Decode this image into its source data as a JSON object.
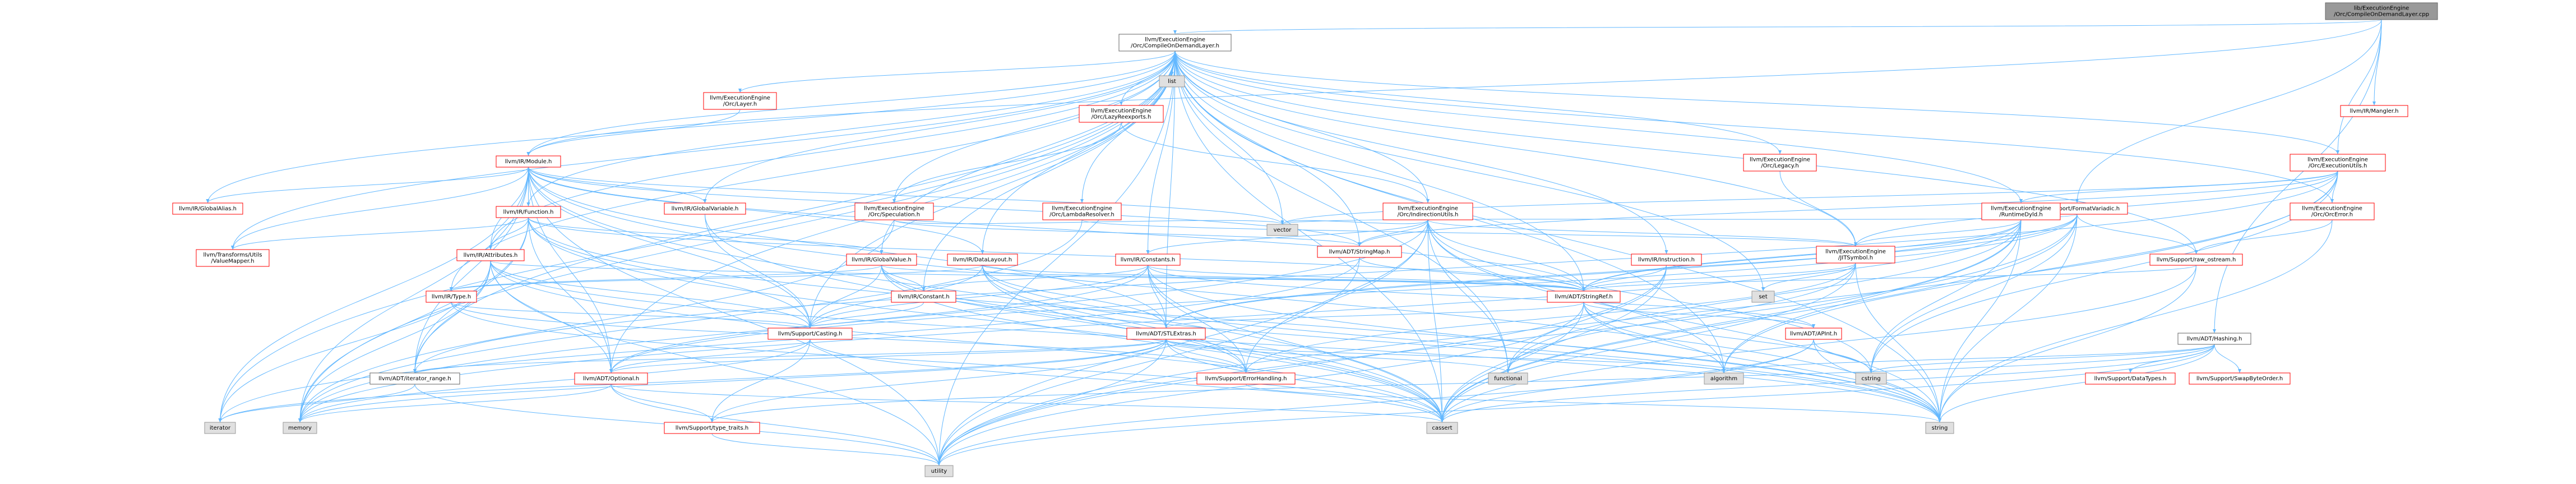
{
  "nodes": [
    {
      "id": "root",
      "label": "lib/ExecutionEngine\n/Orc/CompileOnDemandLayer.cpp",
      "style": "root"
    },
    {
      "id": "codl_h",
      "label": "llvm/ExecutionEngine\n/Orc/CompileOnDemandLayer.h",
      "style": "plain"
    },
    {
      "id": "irmangler",
      "label": "llvm/IR/Mangler.h",
      "style": "red"
    },
    {
      "id": "executils",
      "label": "llvm/ExecutionEngine\n/Orc/ExecutionUtils.h",
      "style": "red"
    },
    {
      "id": "adt_hashing",
      "label": "llvm/ADT/Hashing.h",
      "style": "plain"
    },
    {
      "id": "fmtvariadic",
      "label": "llvm/Support/FormatVariadic.h",
      "style": "red"
    },
    {
      "id": "orcerror",
      "label": "llvm/ExecutionEngine\n/Orc/OrcError.h",
      "style": "red"
    },
    {
      "id": "rawcerr",
      "label": "llvm/Support/raw_ostream.h",
      "style": "red"
    },
    {
      "id": "list",
      "label": "list",
      "style": "gray"
    },
    {
      "id": "layer",
      "label": "llvm/ExecutionEngine\n/Orc/Layer.h",
      "style": "red"
    },
    {
      "id": "irmodule",
      "label": "llvm/IR/Module.h",
      "style": "red"
    },
    {
      "id": "lazyreexp",
      "label": "llvm/ExecutionEngine\n/Orc/LazyReexports.h",
      "style": "red"
    },
    {
      "id": "legacy",
      "label": "llvm/ExecutionEngine\n/Orc/Legacy.h",
      "style": "red"
    },
    {
      "id": "speculation",
      "label": "llvm/ExecutionEngine\n/Orc/Speculation.h",
      "style": "red"
    },
    {
      "id": "lambdares",
      "label": "llvm/ExecutionEngine\n/Orc/LambdaResolver.h",
      "style": "red"
    },
    {
      "id": "indirection",
      "label": "llvm/ExecutionEngine\n/Orc/IndirectionUtils.h",
      "style": "red"
    },
    {
      "id": "runtimedyld",
      "label": "llvm/ExecutionEngine\n/RuntimeDyld.h",
      "style": "red"
    },
    {
      "id": "globalalias",
      "label": "llvm/IR/GlobalAlias.h",
      "style": "red"
    },
    {
      "id": "irfunction",
      "label": "llvm/IR/Function.h",
      "style": "red"
    },
    {
      "id": "globalvariable",
      "label": "llvm/IR/GlobalVariable.h",
      "style": "red"
    },
    {
      "id": "valuemapper",
      "label": "llvm/Transforms/Utils\n/ValueMapper.h",
      "style": "red"
    },
    {
      "id": "attributes",
      "label": "llvm/IR/Attributes.h",
      "style": "red"
    },
    {
      "id": "globalvalue",
      "label": "llvm/IR/GlobalValue.h",
      "style": "red"
    },
    {
      "id": "datalayout",
      "label": "llvm/IR/DataLayout.h",
      "style": "red"
    },
    {
      "id": "constants",
      "label": "llvm/IR/Constants.h",
      "style": "red"
    },
    {
      "id": "instruction",
      "label": "llvm/IR/Instruction.h",
      "style": "red"
    },
    {
      "id": "stringmap",
      "label": "llvm/ADT/StringMap.h",
      "style": "red"
    },
    {
      "id": "vector",
      "label": "vector",
      "style": "gray"
    },
    {
      "id": "jitsymbol",
      "label": "llvm/ExecutionEngine\n/JITSymbol.h",
      "style": "red"
    },
    {
      "id": "irtype",
      "label": "llvm/IR/Type.h",
      "style": "red"
    },
    {
      "id": "irconstant",
      "label": "llvm/IR/Constant.h",
      "style": "red"
    },
    {
      "id": "stringref",
      "label": "llvm/ADT/StringRef.h",
      "style": "red"
    },
    {
      "id": "set",
      "label": "set",
      "style": "gray"
    },
    {
      "id": "casting",
      "label": "llvm/Support/Casting.h",
      "style": "red"
    },
    {
      "id": "stlextras",
      "label": "llvm/ADT/STLExtras.h",
      "style": "red"
    },
    {
      "id": "apint",
      "label": "llvm/ADT/APInt.h",
      "style": "red"
    },
    {
      "id": "iterrange",
      "label": "llvm/ADT/iterator_range.h",
      "style": "plain"
    },
    {
      "id": "optional",
      "label": "llvm/ADT/Optional.h",
      "style": "red"
    },
    {
      "id": "errhandling",
      "label": "llvm/Support/ErrorHandling.h",
      "style": "red"
    },
    {
      "id": "functional",
      "label": "functional",
      "style": "gray"
    },
    {
      "id": "algorithm",
      "label": "algorithm",
      "style": "gray"
    },
    {
      "id": "cstring",
      "label": "cstring",
      "style": "gray"
    },
    {
      "id": "datatypes",
      "label": "llvm/Support/DataTypes.h",
      "style": "red"
    },
    {
      "id": "swapbyte",
      "label": "llvm/Support/SwapByteOrder.h",
      "style": "red"
    },
    {
      "id": "typetraits",
      "label": "llvm/Support/type_traits.h",
      "style": "red"
    },
    {
      "id": "iterator",
      "label": "iterator",
      "style": "gray"
    },
    {
      "id": "memory",
      "label": "memory",
      "style": "gray"
    },
    {
      "id": "cassert",
      "label": "cassert",
      "style": "gray"
    },
    {
      "id": "string",
      "label": "string",
      "style": "gray"
    },
    {
      "id": "utility",
      "label": "utility",
      "style": "gray"
    }
  ],
  "edges": [
    [
      "root",
      "codl_h"
    ],
    [
      "root",
      "irmangler"
    ],
    [
      "root",
      "executils"
    ],
    [
      "root",
      "adt_hashing"
    ],
    [
      "root",
      "fmtvariadic"
    ],
    [
      "root",
      "irmodule"
    ],
    [
      "codl_h",
      "list"
    ],
    [
      "codl_h",
      "layer"
    ],
    [
      "codl_h",
      "irmodule"
    ],
    [
      "codl_h",
      "lazyreexp"
    ],
    [
      "codl_h",
      "legacy"
    ],
    [
      "codl_h",
      "speculation"
    ],
    [
      "codl_h",
      "lambdares"
    ],
    [
      "codl_h",
      "indirection"
    ],
    [
      "codl_h",
      "runtimedyld"
    ],
    [
      "codl_h",
      "globalalias"
    ],
    [
      "codl_h",
      "irfunction"
    ],
    [
      "codl_h",
      "globalvariable"
    ],
    [
      "codl_h",
      "valuemapper"
    ],
    [
      "codl_h",
      "attributes"
    ],
    [
      "codl_h",
      "globalvalue"
    ],
    [
      "codl_h",
      "datalayout"
    ],
    [
      "codl_h",
      "constants"
    ],
    [
      "codl_h",
      "instruction"
    ],
    [
      "codl_h",
      "stringmap"
    ],
    [
      "codl_h",
      "vector"
    ],
    [
      "codl_h",
      "jitsymbol"
    ],
    [
      "codl_h",
      "irtype"
    ],
    [
      "codl_h",
      "irconstant"
    ],
    [
      "codl_h",
      "stringref"
    ],
    [
      "codl_h",
      "set"
    ],
    [
      "codl_h",
      "casting"
    ],
    [
      "codl_h",
      "stlextras"
    ],
    [
      "codl_h",
      "iterrange"
    ],
    [
      "codl_h",
      "optional"
    ],
    [
      "codl_h",
      "orcerror"
    ],
    [
      "codl_h",
      "executils"
    ],
    [
      "codl_h",
      "rawcerr"
    ],
    [
      "codl_h",
      "functional"
    ],
    [
      "codl_h",
      "iterator"
    ],
    [
      "codl_h",
      "memory"
    ],
    [
      "codl_h",
      "cassert"
    ],
    [
      "codl_h",
      "string"
    ],
    [
      "codl_h",
      "utility"
    ],
    [
      "codl_h",
      "algorithm"
    ],
    [
      "layer",
      "irmodule"
    ],
    [
      "irmodule",
      "irfunction"
    ],
    [
      "irmodule",
      "globalvariable"
    ],
    [
      "irmodule",
      "globalalias"
    ],
    [
      "irmodule",
      "attributes"
    ],
    [
      "irmodule",
      "datalayout"
    ],
    [
      "irmodule",
      "stringmap"
    ],
    [
      "irmodule",
      "stringref"
    ],
    [
      "irmodule",
      "stlextras"
    ],
    [
      "irmodule",
      "iterrange"
    ],
    [
      "irmodule",
      "optional"
    ],
    [
      "irmodule",
      "casting"
    ],
    [
      "irmodule",
      "vector"
    ],
    [
      "irmodule",
      "iterator"
    ],
    [
      "irmodule",
      "memory"
    ],
    [
      "irmodule",
      "cassert"
    ],
    [
      "irmodule",
      "string"
    ],
    [
      "irmodule",
      "utility"
    ],
    [
      "irmodule",
      "valuemapper"
    ],
    [
      "lazyreexp",
      "indirection"
    ],
    [
      "lazyreexp",
      "speculation"
    ],
    [
      "legacy",
      "jitsymbol"
    ],
    [
      "speculation",
      "stringmap"
    ],
    [
      "speculation",
      "memory"
    ],
    [
      "speculation",
      "vector"
    ],
    [
      "lambdares",
      "jitsymbol"
    ],
    [
      "lambdares",
      "memory"
    ],
    [
      "indirection",
      "stringmap"
    ],
    [
      "indirection",
      "stringref"
    ],
    [
      "indirection",
      "jitsymbol"
    ],
    [
      "indirection",
      "constants"
    ],
    [
      "indirection",
      "cassert"
    ],
    [
      "indirection",
      "functional"
    ],
    [
      "indirection",
      "memory"
    ],
    [
      "indirection",
      "string"
    ],
    [
      "indirection",
      "utility"
    ],
    [
      "indirection",
      "vector"
    ],
    [
      "indirection",
      "algorithm"
    ],
    [
      "indirection",
      "cstring"
    ],
    [
      "indirection",
      "errhandling"
    ],
    [
      "runtimedyld",
      "jitsymbol"
    ],
    [
      "runtimedyld",
      "stringref"
    ],
    [
      "runtimedyld",
      "stlextras"
    ],
    [
      "runtimedyld",
      "algorithm"
    ],
    [
      "runtimedyld",
      "cassert"
    ],
    [
      "runtimedyld",
      "memory"
    ],
    [
      "runtimedyld",
      "string"
    ],
    [
      "runtimedyld",
      "cstring"
    ],
    [
      "runtimedyld",
      "functional"
    ],
    [
      "executils",
      "runtimedyld"
    ],
    [
      "executils",
      "orcerror"
    ],
    [
      "executils",
      "jitsymbol"
    ],
    [
      "executils",
      "stringmap"
    ],
    [
      "executils",
      "vector"
    ],
    [
      "executils",
      "iterrange"
    ],
    [
      "executils",
      "cstring"
    ],
    [
      "executils",
      "utility"
    ],
    [
      "executils",
      "algorithm"
    ],
    [
      "fmtvariadic",
      "stringref"
    ],
    [
      "fmtvariadic",
      "rawcerr"
    ],
    [
      "fmtvariadic",
      "optional"
    ],
    [
      "fmtvariadic",
      "stlextras"
    ],
    [
      "fmtvariadic",
      "cassert"
    ],
    [
      "fmtvariadic",
      "string"
    ],
    [
      "fmtvariadic",
      "utility"
    ],
    [
      "fmtvariadic",
      "vector"
    ],
    [
      "fmtvariadic",
      "cstring"
    ],
    [
      "orcerror",
      "rawcerr"
    ],
    [
      "orcerror",
      "string"
    ],
    [
      "rawcerr",
      "stringref"
    ],
    [
      "rawcerr",
      "cassert"
    ],
    [
      "rawcerr",
      "string"
    ],
    [
      "adt_hashing",
      "datatypes"
    ],
    [
      "adt_hashing",
      "swapbyte"
    ],
    [
      "adt_hashing",
      "typetraits"
    ],
    [
      "adt_hashing",
      "algorithm"
    ],
    [
      "adt_hashing",
      "cassert"
    ],
    [
      "adt_hashing",
      "cstring"
    ],
    [
      "adt_hashing",
      "string"
    ],
    [
      "adt_hashing",
      "utility"
    ],
    [
      "irfunction",
      "attributes"
    ],
    [
      "irfunction",
      "globalvalue"
    ],
    [
      "irfunction",
      "stringref"
    ],
    [
      "irfunction",
      "iterrange"
    ],
    [
      "irfunction",
      "casting"
    ],
    [
      "irfunction",
      "memory"
    ],
    [
      "irfunction",
      "cassert"
    ],
    [
      "irfunction",
      "string"
    ],
    [
      "irfunction",
      "valuemapper"
    ],
    [
      "irfunction",
      "optional"
    ],
    [
      "globalvariable",
      "casting"
    ],
    [
      "globalvariable",
      "cassert"
    ],
    [
      "attributes",
      "stringref"
    ],
    [
      "attributes",
      "iterrange"
    ],
    [
      "attributes",
      "optional"
    ],
    [
      "attributes",
      "casting"
    ],
    [
      "attributes",
      "utility"
    ],
    [
      "attributes",
      "iterator"
    ],
    [
      "attributes",
      "memory"
    ],
    [
      "attributes",
      "cassert"
    ],
    [
      "attributes",
      "string"
    ],
    [
      "globalvalue",
      "irconstant"
    ],
    [
      "globalvalue",
      "stringref"
    ],
    [
      "globalvalue",
      "errhandling"
    ],
    [
      "globalvalue",
      "casting"
    ],
    [
      "globalvalue",
      "cassert"
    ],
    [
      "globalvalue",
      "string"
    ],
    [
      "globalvalue",
      "irtype"
    ],
    [
      "datalayout",
      "stringref"
    ],
    [
      "datalayout",
      "stlextras"
    ],
    [
      "datalayout",
      "irtype"
    ],
    [
      "datalayout",
      "errhandling"
    ],
    [
      "datalayout",
      "cassert"
    ],
    [
      "datalayout",
      "string"
    ],
    [
      "datalayout",
      "casting"
    ],
    [
      "constants",
      "irconstant"
    ],
    [
      "constants",
      "stringref"
    ],
    [
      "constants",
      "apint"
    ],
    [
      "constants",
      "stlextras"
    ],
    [
      "constants",
      "optional"
    ],
    [
      "constants",
      "casting"
    ],
    [
      "constants",
      "errhandling"
    ],
    [
      "constants",
      "cassert"
    ],
    [
      "constants",
      "string"
    ],
    [
      "instruction",
      "stringref"
    ],
    [
      "instruction",
      "functional"
    ],
    [
      "instruction",
      "utility"
    ],
    [
      "instruction",
      "cassert"
    ],
    [
      "stringmap",
      "stringref"
    ],
    [
      "stringmap",
      "iterator"
    ],
    [
      "stringmap",
      "utility"
    ],
    [
      "jitsymbol",
      "stringref"
    ],
    [
      "jitsymbol",
      "errhandling"
    ],
    [
      "jitsymbol",
      "cassert"
    ],
    [
      "jitsymbol",
      "set"
    ],
    [
      "jitsymbol",
      "string"
    ],
    [
      "jitsymbol",
      "functional"
    ],
    [
      "irtype",
      "casting"
    ],
    [
      "irtype",
      "errhandling"
    ],
    [
      "irtype",
      "cassert"
    ],
    [
      "irconstant",
      "casting"
    ],
    [
      "stringref",
      "stlextras"
    ],
    [
      "stringref",
      "algorithm"
    ],
    [
      "stringref",
      "cassert"
    ],
    [
      "stringref",
      "cstring"
    ],
    [
      "stringref",
      "string"
    ],
    [
      "stringref",
      "utility"
    ],
    [
      "stringref",
      "apint"
    ],
    [
      "casting",
      "optional"
    ],
    [
      "casting",
      "typetraits"
    ],
    [
      "casting",
      "cassert"
    ],
    [
      "casting",
      "memory"
    ],
    [
      "stlextras",
      "iterrange"
    ],
    [
      "stlextras",
      "optional"
    ],
    [
      "stlextras",
      "errhandling"
    ],
    [
      "stlextras",
      "algorithm"
    ],
    [
      "stlextras",
      "cassert"
    ],
    [
      "stlextras",
      "functional"
    ],
    [
      "stlextras",
      "iterator"
    ],
    [
      "stlextras",
      "memory"
    ],
    [
      "stlextras",
      "utility"
    ],
    [
      "stlextras",
      "typetraits"
    ],
    [
      "apint",
      "cassert"
    ],
    [
      "apint",
      "cstring"
    ],
    [
      "apint",
      "string"
    ],
    [
      "apint",
      "utility"
    ],
    [
      "iterrange",
      "iterator"
    ],
    [
      "iterrange",
      "utility"
    ],
    [
      "optional",
      "typetraits"
    ],
    [
      "optional",
      "cassert"
    ],
    [
      "optional",
      "memory"
    ],
    [
      "optional",
      "utility"
    ],
    [
      "errhandling",
      "string"
    ],
    [
      "typetraits",
      "utility"
    ]
  ]
}
